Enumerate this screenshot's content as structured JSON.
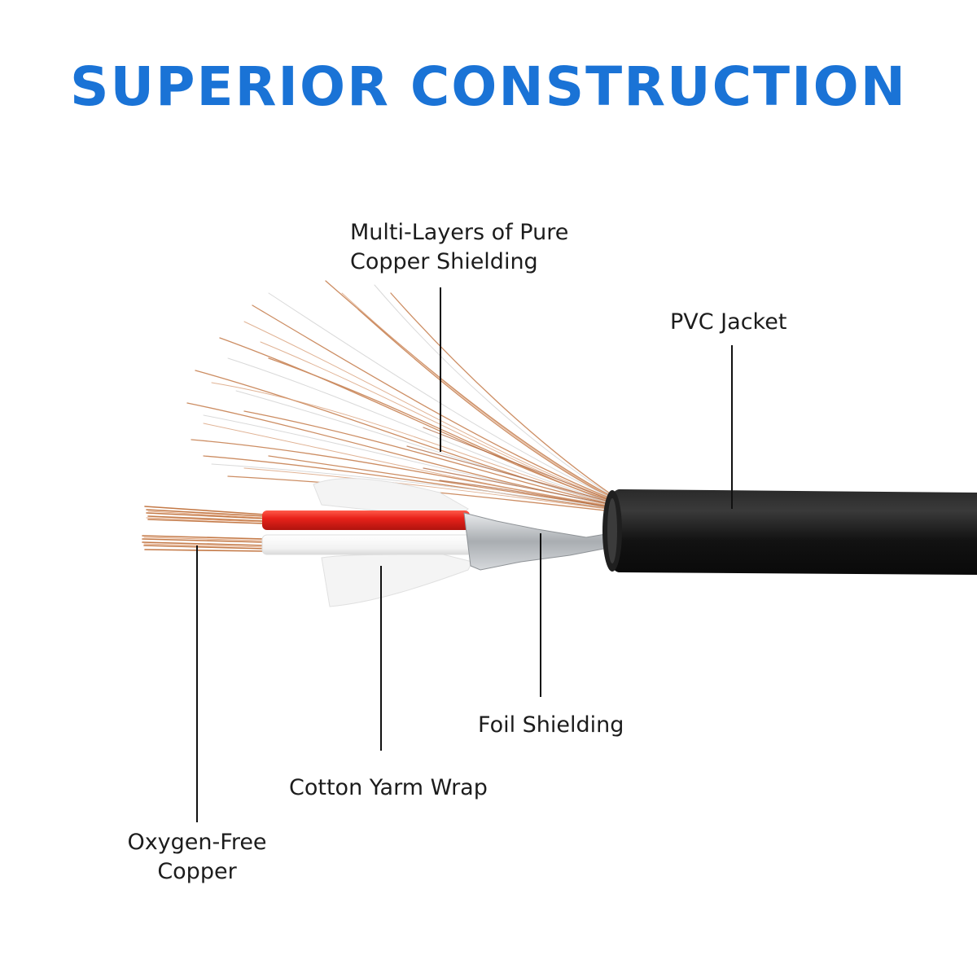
{
  "title": "SUPERIOR CONSTRUCTION",
  "colors": {
    "title": "#1a73d6",
    "jacket": "#141414",
    "copper": "#c0703f",
    "red_insulation": "#e8221a",
    "white_insulation": "#ffffff",
    "foil": "#b8bcbf",
    "leader_line": "#111111"
  },
  "labels": {
    "copper_shielding": {
      "line1": "Multi-Layers of Pure",
      "line2": "Copper Shielding"
    },
    "pvc_jacket": {
      "text": "PVC Jacket"
    },
    "foil_shielding": {
      "text": "Foil Shielding"
    },
    "cotton_wrap": {
      "text": "Cotton Yarm Wrap"
    },
    "oxygen_free_copper": {
      "line1": "Oxygen-Free",
      "line2": "Copper"
    }
  }
}
